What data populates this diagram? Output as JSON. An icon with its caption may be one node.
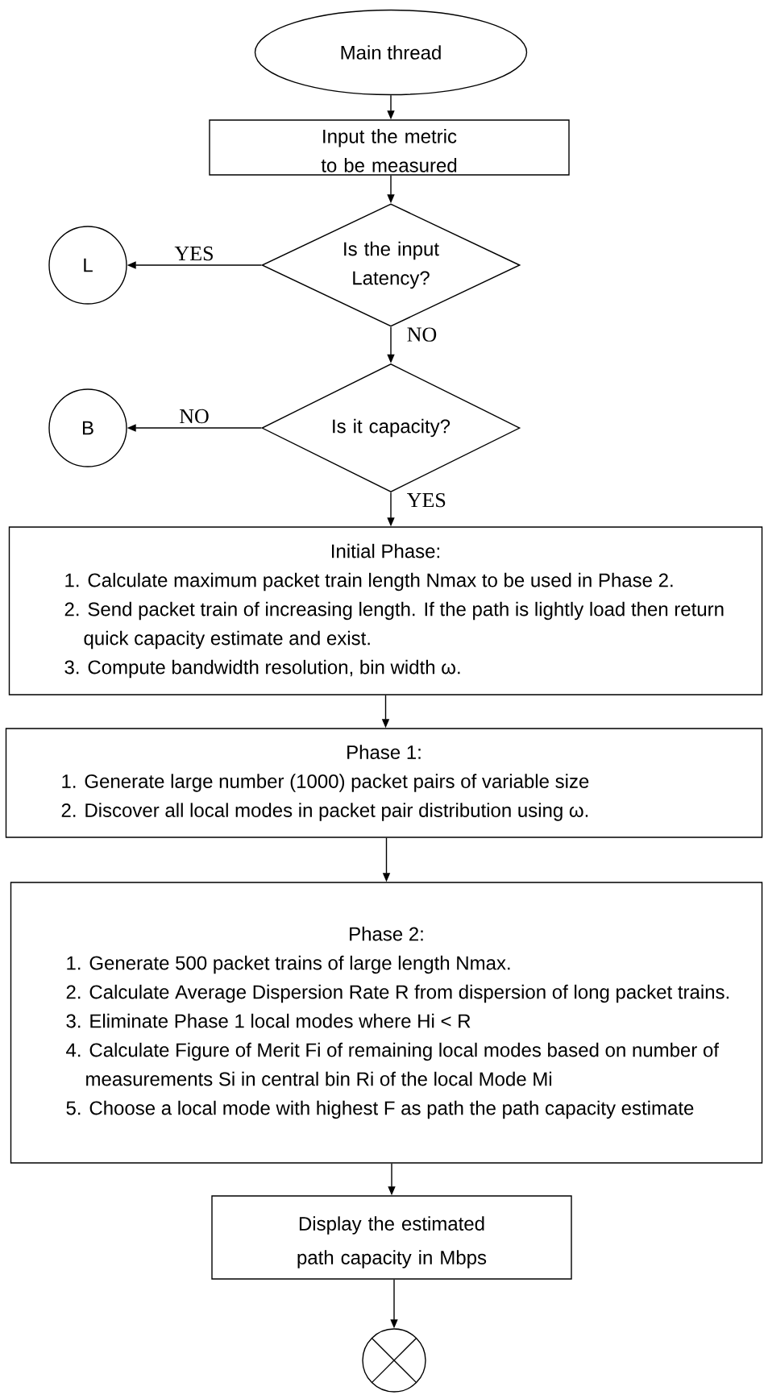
{
  "diagram": {
    "nodes": [
      {
        "text": [
          "Main thread"
        ]
      },
      {
        "text": [
          "Input the metric to be measured"
        ]
      },
      {
        "text": [
          "Is the input Latency?"
        ]
      },
      {
        "text": [
          "L"
        ]
      },
      {
        "text": [
          "Is it capacity?"
        ]
      },
      {
        "text": [
          "B"
        ]
      },
      {
        "text": [
          "Initial Phase:",
          "1. Calculate maximum packet train length Nmax to be used in Phase 2.",
          "2. Send packet train of increasing length. If the path is lightly load then return quick capacity estimate and exist.",
          "3. Compute bandwidth resolution, bin width ω."
        ]
      },
      {
        "text": [
          "Phase 1:",
          "1. Generate large number (1000) packet pairs of variable size",
          "2. Discover all local modes in packet pair distribution using ω."
        ]
      },
      {
        "text": [
          "Phase 2:",
          "1. Generate 500 packet trains of large length Nmax.",
          "2. Calculate Average Dispersion Rate R from dispersion of long packet trains.",
          "3. Eliminate Phase 1 local modes where Hi < R",
          "4. Calculate Figure of Merit Fi of remaining local modes based on number of measurements Si in central bin Ri of the local Mode Mi",
          "5. Choose a local mode with highest F as path the path capacity estimate"
        ]
      },
      {
        "text": [
          "Display the estimated path capacity in Mbps"
        ]
      },
      {
        "text": [],
        "shape": "circle"
      }
    ],
    "edges": [
      {
        "from": 0,
        "to": 1,
        "arrow": "to"
      },
      {
        "from": 1,
        "to": 2,
        "arrow": "to"
      },
      {
        "from": 2,
        "to": 3,
        "arrow": "to",
        "label": "YES"
      },
      {
        "from": 2,
        "to": 4,
        "arrow": "to",
        "label": "NO"
      },
      {
        "from": 4,
        "to": 5,
        "arrow": "to",
        "label": "NO"
      },
      {
        "from": 4,
        "to": 6,
        "arrow": "to",
        "label": "YES"
      },
      {
        "from": 6,
        "to": 7,
        "arrow": "to"
      },
      {
        "from": 7,
        "to": 8,
        "arrow": "to"
      },
      {
        "from": 8,
        "to": 9,
        "arrow": "to"
      },
      {
        "from": 9,
        "to": 10,
        "arrow": "to"
      }
    ]
  }
}
